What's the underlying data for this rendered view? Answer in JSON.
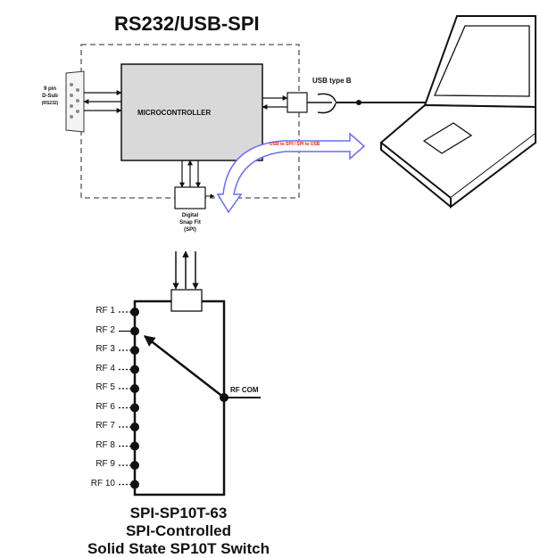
{
  "title": "RS232/USB-SPI",
  "connector": {
    "line1": "9 pin",
    "line2": "D-Sub",
    "line3": "(RS232)"
  },
  "microcontroller_label": "MICROCONTROLLER",
  "usb_label": "USB type B",
  "conversion_label": "USB to SPI / SPI to USB",
  "digital": {
    "line1": "Digital",
    "line2": "Snap Fit",
    "line3": "(SPI)"
  },
  "rf_ports": [
    "RF 1",
    "RF 2",
    "RF 3",
    "RF 4",
    "RF 5",
    "RF 6",
    "RF 7",
    "RF 8",
    "RF 9",
    "RF 10"
  ],
  "rf_com_label": "RF COM",
  "caption": {
    "line1": "SPI-SP10T-63",
    "line2": "SPI-Controlled",
    "line3": "Solid State SP10T Switch"
  },
  "colors": {
    "line": "#111111",
    "box_fill": "#d9d9d9",
    "arrow_outline": "#6b6bff",
    "conversion_text": "#e02020",
    "dashed": "#555555"
  }
}
